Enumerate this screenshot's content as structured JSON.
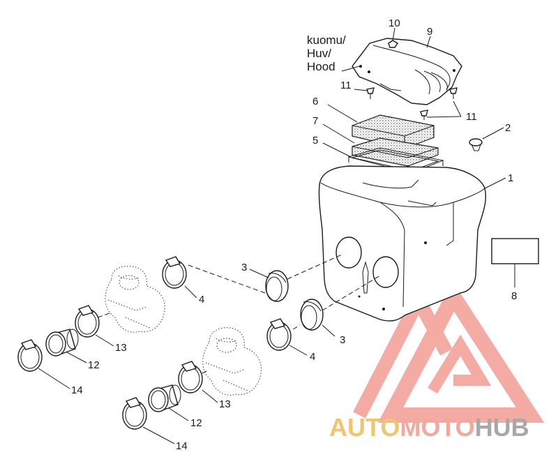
{
  "hood_label": [
    "kuomu/",
    "Huv/",
    "Hood"
  ],
  "callouts": {
    "n1": "1",
    "n2": "2",
    "n3a": "3",
    "n3b": "3",
    "n4a": "4",
    "n4b": "4",
    "n5": "5",
    "n6": "6",
    "n7": "7",
    "n8": "8",
    "n9": "9",
    "n10": "10",
    "n11a": "11",
    "n11b": "11",
    "n12a": "12",
    "n12b": "12",
    "n13a": "13",
    "n13b": "13",
    "n14a": "14",
    "n14b": "14"
  },
  "watermark": {
    "part1": "AUTO",
    "part2": "MOTO",
    "part3": "HUB",
    "color_part1": "#f2c46d",
    "color_part2": "#f4a79b",
    "color_part3": "#a8a8a8",
    "logo_color": "#f08f86"
  }
}
